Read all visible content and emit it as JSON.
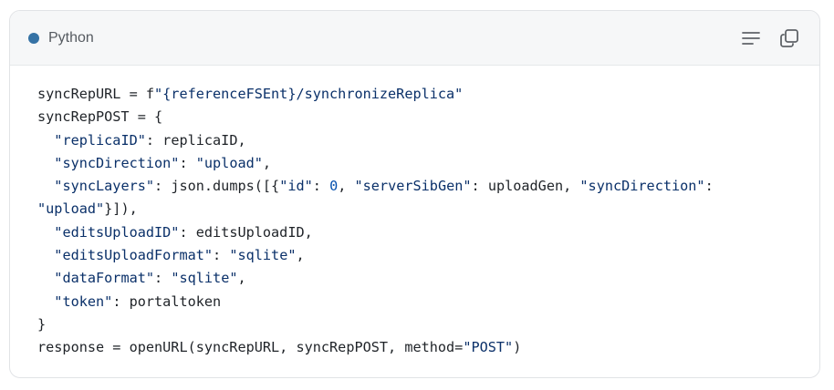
{
  "code_block": {
    "language": "Python",
    "language_dot_color": "#3572A5",
    "icons": {
      "wrap": "wrap-lines-icon",
      "copy": "copy-icon"
    },
    "lines": [
      [
        [
          "p",
          "syncRepURL = f"
        ],
        [
          "s",
          "\"{referenceFSEnt}/synchronizeReplica\""
        ]
      ],
      [
        [
          "p",
          "syncRepPOST = {"
        ]
      ],
      [
        [
          "p",
          "  "
        ],
        [
          "s",
          "\"replicaID\""
        ],
        [
          "p",
          ": replicaID,"
        ]
      ],
      [
        [
          "p",
          "  "
        ],
        [
          "s",
          "\"syncDirection\""
        ],
        [
          "p",
          ": "
        ],
        [
          "s",
          "\"upload\""
        ],
        [
          "p",
          ","
        ]
      ],
      [
        [
          "p",
          "  "
        ],
        [
          "s",
          "\"syncLayers\""
        ],
        [
          "p",
          ": json.dumps([{"
        ],
        [
          "s",
          "\"id\""
        ],
        [
          "p",
          ": "
        ],
        [
          "n",
          "0"
        ],
        [
          "p",
          ", "
        ],
        [
          "s",
          "\"serverSibGen\""
        ],
        [
          "p",
          ": uploadGen, "
        ],
        [
          "s",
          "\"syncDirection\""
        ],
        [
          "p",
          ":"
        ]
      ],
      [
        [
          "s",
          "\"upload\""
        ],
        [
          "p",
          "}]),"
        ]
      ],
      [
        [
          "p",
          "  "
        ],
        [
          "s",
          "\"editsUploadID\""
        ],
        [
          "p",
          ": editsUploadID,"
        ]
      ],
      [
        [
          "p",
          "  "
        ],
        [
          "s",
          "\"editsUploadFormat\""
        ],
        [
          "p",
          ": "
        ],
        [
          "s",
          "\"sqlite\""
        ],
        [
          "p",
          ","
        ]
      ],
      [
        [
          "p",
          "  "
        ],
        [
          "s",
          "\"dataFormat\""
        ],
        [
          "p",
          ": "
        ],
        [
          "s",
          "\"sqlite\""
        ],
        [
          "p",
          ","
        ]
      ],
      [
        [
          "p",
          "  "
        ],
        [
          "s",
          "\"token\""
        ],
        [
          "p",
          ": portaltoken"
        ]
      ],
      [
        [
          "p",
          "}"
        ]
      ],
      [
        [
          "p",
          "response = openURL(syncRepURL, syncRepPOST, method="
        ],
        [
          "s",
          "\"POST\""
        ],
        [
          "p",
          ")"
        ]
      ]
    ]
  }
}
